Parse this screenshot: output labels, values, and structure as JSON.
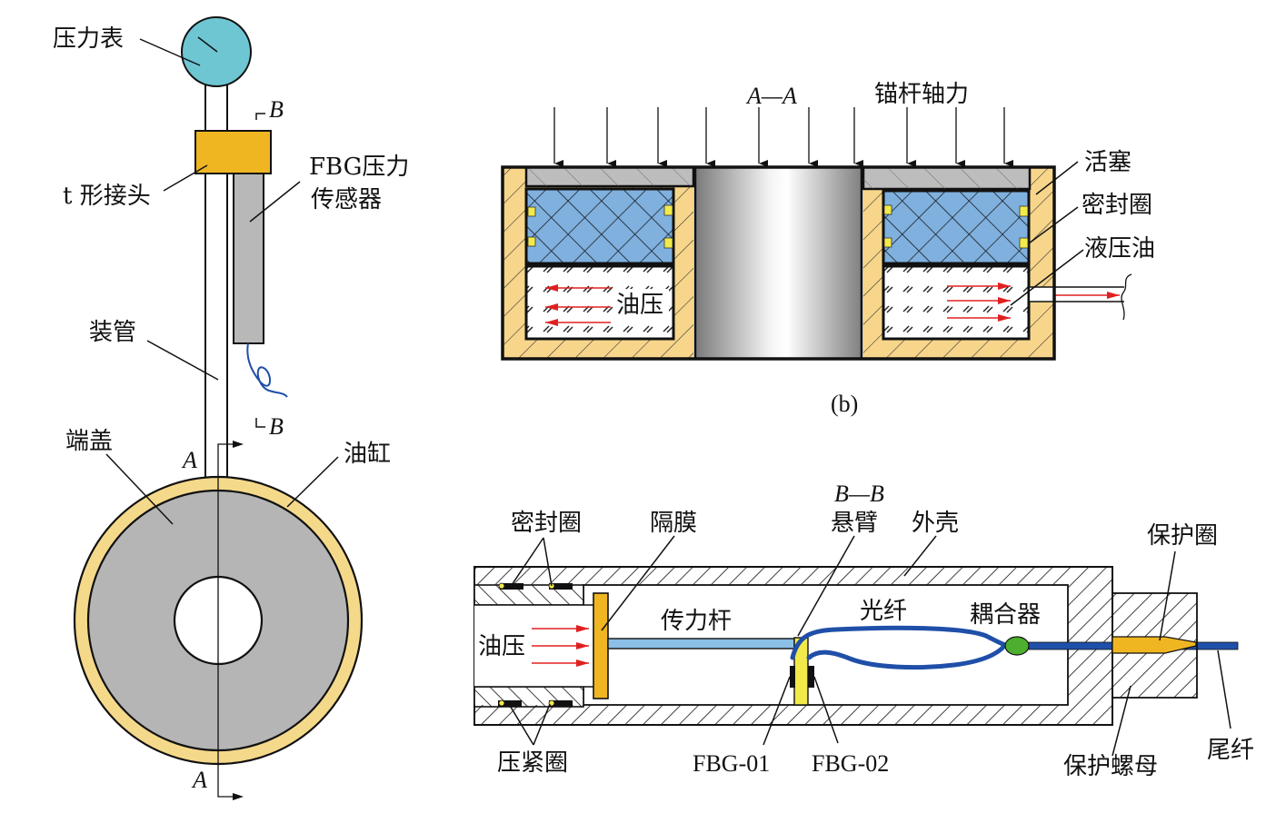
{
  "figure": {
    "left_view": {
      "labels": {
        "pressure_gauge": "压力表",
        "section_b_top": "B",
        "t_joint": "t 形接头",
        "fbg_sensor_line1": "FBG压力",
        "fbg_sensor_line2": "传感器",
        "pipe": "装管",
        "section_b_bottom": "B",
        "end_cap": "端盖",
        "cylinder": "油缸",
        "section_a_top": "A",
        "section_a_bottom": "A"
      }
    },
    "section_aa": {
      "title": "A—A",
      "axial_force": "锚杆轴力",
      "piston": "活塞",
      "seal_ring": "密封圈",
      "hydraulic_oil": "液压油",
      "oil_pressure": "油压",
      "caption": "(b)"
    },
    "section_bb": {
      "title": "B—B",
      "seal_ring": "密封圈",
      "diaphragm": "隔膜",
      "cantilever": "悬臂",
      "shell": "外壳",
      "protective_ring": "保护圈",
      "oil_pressure": "油压",
      "force_rod": "传力杆",
      "fiber": "光纤",
      "coupler": "耦合器",
      "clamp_ring": "压紧圈",
      "fbg01": "FBG-01",
      "fbg02": "FBG-02",
      "protective_nut": "保护螺母",
      "tail_fiber": "尾纤"
    },
    "colors": {
      "gauge": "#6ec6d3",
      "joint": "#f0b622",
      "sensor_body": "#b8b8b8",
      "cylinder_ring": "#f5d98a",
      "end_cap": "#b5b5b5",
      "wall": "#f7d68b",
      "piston_mesh": "#7fb0de",
      "fiber": "#1f4fa8",
      "arrow": "#e02020",
      "seal": "#f2ea4a",
      "diaphragm": "#f0b622",
      "rod": "#8bbfe6",
      "coupler": "#4caf2e",
      "cantilever": "#f2ea4a"
    }
  }
}
